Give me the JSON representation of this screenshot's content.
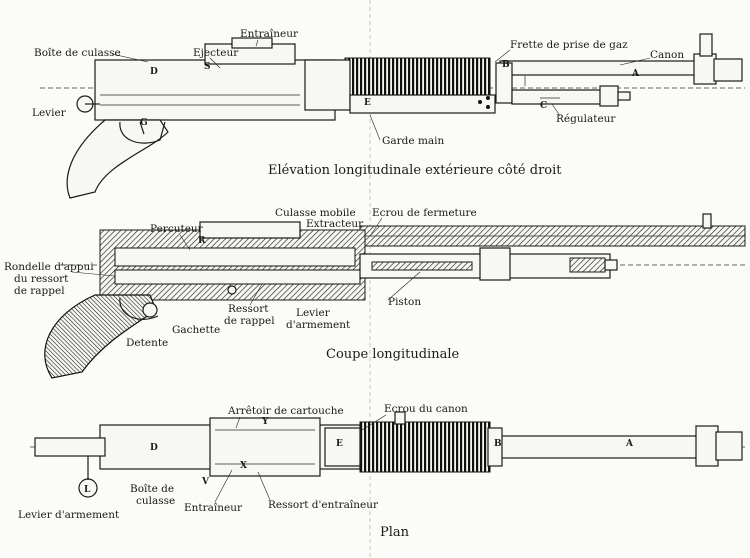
{
  "views": {
    "elevation": {
      "caption": "Elévation longitudinale extérieure côté droit",
      "labels": {
        "boite_culasse": "Boîte de culasse",
        "ejecteur": "Ejecteur",
        "entraineur": "Entraîneur",
        "frette": "Frette de prise de gaz",
        "canon": "Canon",
        "levier": "Levier",
        "garde_main": "Garde main",
        "regulateur": "Régulateur"
      },
      "letters": [
        "D",
        "S",
        "B",
        "A",
        "E",
        "C",
        "G"
      ]
    },
    "coupe": {
      "caption": "Coupe longitudinale",
      "labels": {
        "percuteur": "Percuteur",
        "culasse_mobile": "Culasse mobile",
        "extracteur": "Extracteur",
        "ecrou_fermeture": "Ecrou de fermeture",
        "rondelle_1": "Rondelle d'appui",
        "rondelle_2": "du ressort",
        "rondelle_3": "de rappel",
        "piston": "Piston",
        "ressort_1": "Ressort",
        "ressort_2": "de rappel",
        "levier_1": "Levier",
        "levier_2": "d'armement",
        "gachette": "Gachette",
        "detente": "Detente"
      },
      "letters": [
        "R"
      ]
    },
    "plan": {
      "caption": "Plan",
      "labels": {
        "arretoir": "Arrêtoir de cartouche",
        "ecrou_canon": "Ecrou du canon",
        "boite_1": "Boîte de",
        "boite_2": "culasse",
        "levier_armement": "Levier d'armement",
        "entraineur": "Entraîneur",
        "ressort_entraineur": "Ressort d'entraîneur"
      },
      "letters": [
        "D",
        "E",
        "B",
        "A",
        "Y",
        "V",
        "X",
        "L"
      ]
    }
  }
}
